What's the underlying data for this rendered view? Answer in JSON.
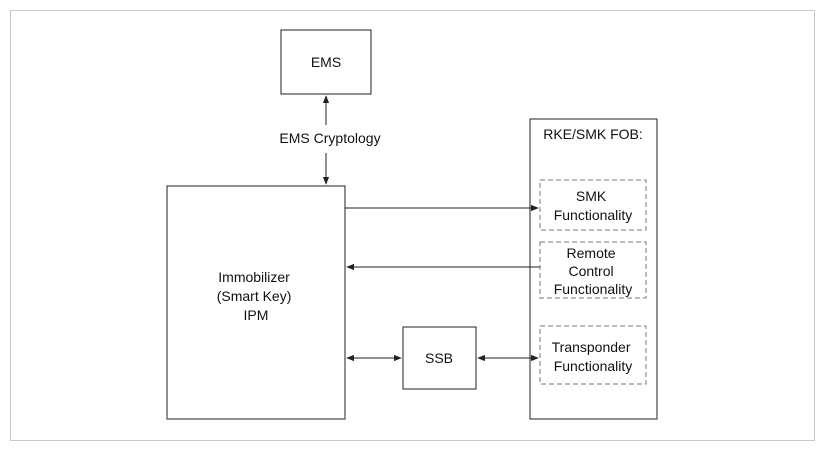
{
  "diagram": {
    "ems_label": "EMS",
    "ems_link_label": "EMS Cryptology",
    "immobilizer_lines": [
      "Immobilizer",
      "(Smart Key)",
      "IPM"
    ],
    "ssb_label": "SSB",
    "fob_title": "RKE/SMK FOB:",
    "smk_lines": [
      "SMK",
      "Functionality"
    ],
    "remote_lines": [
      "Remote",
      "Control",
      "Functionality"
    ],
    "transponder_lines": [
      "Transponder",
      "Functionality"
    ]
  },
  "colors": {
    "stroke": "#222222",
    "dashed_stroke": "#777777",
    "frame_border": "#c8c8c8",
    "background": "#ffffff"
  }
}
